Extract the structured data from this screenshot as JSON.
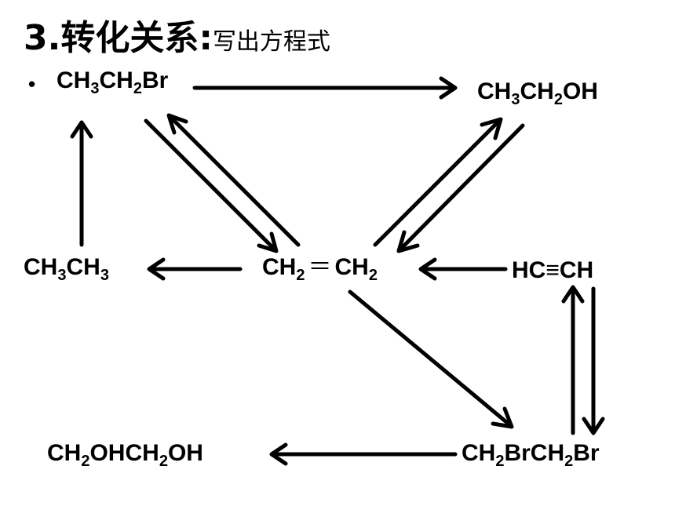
{
  "title": {
    "main": "3.转化关系:",
    "sub": "写出方程式"
  },
  "bullet": "•",
  "nodes": {
    "ethyl_bromide": {
      "parts": [
        "CH",
        "3",
        "CH",
        "2",
        "Br"
      ]
    },
    "ethanol": {
      "parts": [
        "CH",
        "3",
        "CH",
        "2",
        "OH"
      ]
    },
    "ethane": {
      "parts": [
        "CH",
        "3",
        "CH",
        "3"
      ]
    },
    "ethylene": {
      "left": "CH",
      "left_sub": "2",
      "bond": "＝",
      "right": "CH",
      "right_sub": "2"
    },
    "acetylene": {
      "text": "HC≡CH"
    },
    "ethylene_glycol": {
      "parts": [
        "CH",
        "2",
        "OHCH",
        "2",
        "OH"
      ]
    },
    "dibromoethane": {
      "parts": [
        "CH",
        "2",
        "BrCH",
        "2",
        "Br"
      ]
    }
  },
  "edges": [
    {
      "from": "ethyl_bromide",
      "to": "ethanol"
    },
    {
      "from": "ethyl_bromide",
      "to": "ethylene"
    },
    {
      "from": "ethylene",
      "to": "ethyl_bromide"
    },
    {
      "from": "ethane",
      "to": "ethyl_bromide"
    },
    {
      "from": "ethylene",
      "to": "ethanol"
    },
    {
      "from": "ethanol",
      "to": "ethylene"
    },
    {
      "from": "ethylene",
      "to": "ethane"
    },
    {
      "from": "acetylene",
      "to": "ethylene"
    },
    {
      "from": "ethylene",
      "to": "dibromoethane"
    },
    {
      "from": "dibromoethane",
      "to": "acetylene"
    },
    {
      "from": "acetylene",
      "to": "dibromoethane"
    },
    {
      "from": "dibromoethane",
      "to": "ethylene_glycol"
    }
  ]
}
